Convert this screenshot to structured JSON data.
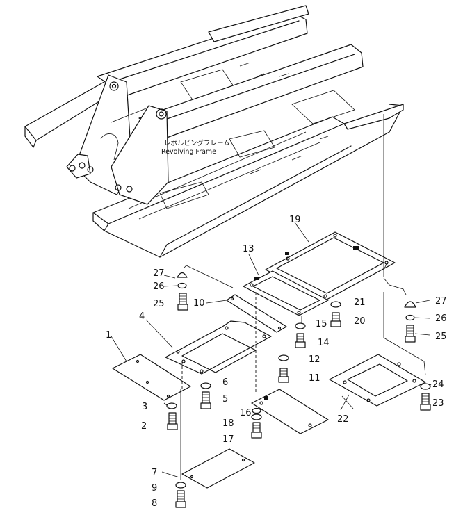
{
  "frame_label_jp": "レボルビングフレーム",
  "frame_label_en": "Revolving Frame",
  "callouts": {
    "c1": "1",
    "c2": "2",
    "c3": "3",
    "c4": "4",
    "c5": "5",
    "c6": "6",
    "c7": "7",
    "c8": "8",
    "c9": "9",
    "c10": "10",
    "c11": "11",
    "c12": "12",
    "c13": "13",
    "c14": "14",
    "c15": "15",
    "c16": "16",
    "c17": "17",
    "c18": "18",
    "c19": "19",
    "c20": "20",
    "c21": "21",
    "c22": "22",
    "c23": "23",
    "c24": "24",
    "c25": "25",
    "c26": "26",
    "c27": "27",
    "c25b": "25",
    "c26b": "26",
    "c27b": "27"
  }
}
